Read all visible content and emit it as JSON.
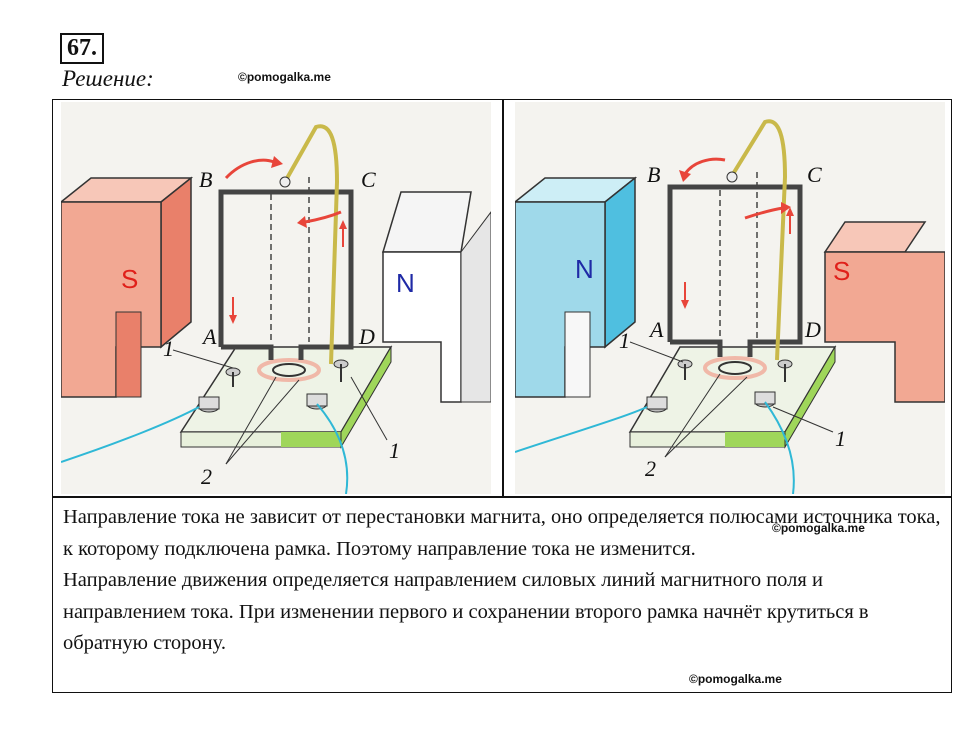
{
  "header": {
    "problem_number": "67.",
    "subtitle": "Решение:"
  },
  "watermarks": {
    "top": "©pomogalka.me",
    "middle": "©pomogalka.me",
    "bottom": "©pomogalka.me"
  },
  "figure_left": {
    "corner_labels": {
      "b": "B",
      "c": "C",
      "a": "A",
      "d": "D"
    },
    "magnet_left_label": "S",
    "magnet_right_label": "N",
    "callout_1": "1",
    "callout_1b": "1",
    "callout_2": "2"
  },
  "figure_right": {
    "corner_labels": {
      "b": "B",
      "c": "C",
      "a": "A",
      "d": "D"
    },
    "magnet_left_label": "N",
    "magnet_right_label": "S",
    "callout_1": "1",
    "callout_1b": "1",
    "callout_2": "2"
  },
  "answer": {
    "paragraph_1": "Направление тока не зависит от перестановки магнита, оно определяется полюсами источника тока, к которому подключена рамка. Поэтому направление тока не изменится.",
    "paragraph_2": "Направление движения определяется направлением силовых линий магнитного поля и направлением тока. При изменении первого и сохранении второго рамка начнёт крутиться в обратную сторону."
  },
  "colors": {
    "red_pole": "#f2a893",
    "blue_pole": "#9fd9ea",
    "label_red": "#e0201a",
    "label_blue": "#1f2aa6",
    "wire": "#c9b94a",
    "base_green": "#9fd65a",
    "arrow": "#e8453a"
  }
}
